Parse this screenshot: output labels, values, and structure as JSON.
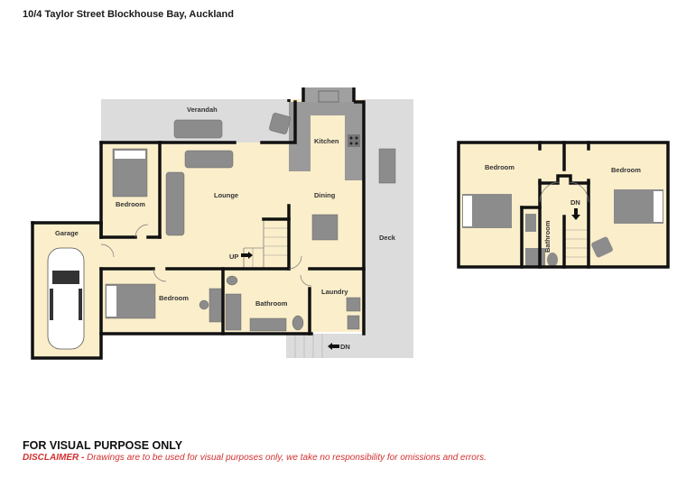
{
  "header": {
    "title": "10/4 Taylor Street Blockhouse Bay, Auckland"
  },
  "footer": {
    "notice": "FOR VISUAL PURPOSE ONLY",
    "disclaimer_label": "DISCLAIMER -",
    "disclaimer_text": " Drawings are to be used for visual purposes only, we take no responsibility for omissions and errors."
  },
  "colors": {
    "room_fill": "#fbeecb",
    "outdoor_fill": "#dcdcdc",
    "wall": "#111111",
    "furniture": "#8c8c8c",
    "disclaimer": "#d32f2f"
  },
  "ground_floor": {
    "rooms": {
      "verandah": "Verandah",
      "kitchen": "Kitchen",
      "bedroom1": "Bedroom",
      "lounge": "Lounge",
      "dining": "Dining",
      "garage": "Garage",
      "deck": "Deck",
      "bedroom2": "Bedroom",
      "bathroom": "Bathroom",
      "laundry": "Laundry"
    },
    "stairs_up": "UP",
    "stairs_down": "DN"
  },
  "upper_floor": {
    "rooms": {
      "bedroom_left": "Bedroom",
      "bedroom_right": "Bedroom",
      "bathroom": "Bathroom"
    },
    "stairs_down": "DN"
  }
}
